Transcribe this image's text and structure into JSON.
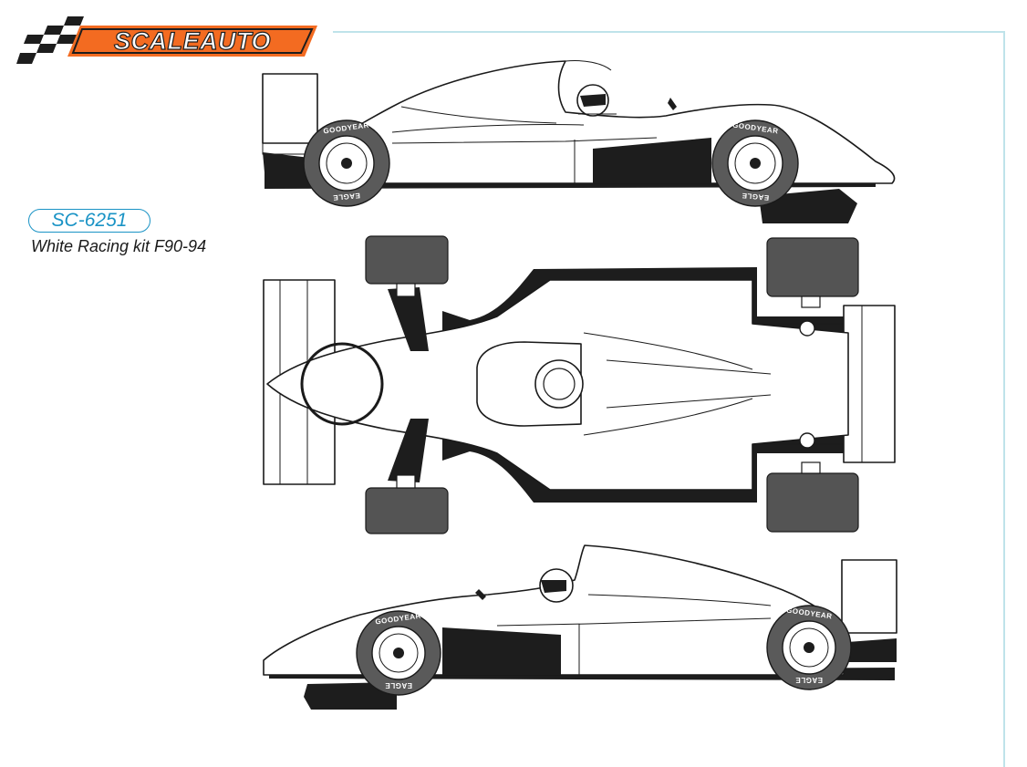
{
  "brand": {
    "name": "SCALEAUTO",
    "colors": {
      "orange": "#f36b21",
      "black": "#1d1d1d",
      "accent_blue": "#1a93c5",
      "frame": "#bfe3ea"
    }
  },
  "product": {
    "code": "SC-6251",
    "name": "White Racing kit F90-94"
  },
  "tyres": {
    "brand_top": "GOODYEAR",
    "brand_bottom": "EAGLE"
  },
  "views": [
    "left-side-view",
    "top-view",
    "right-side-view"
  ],
  "icons": [
    "scaleauto-logo",
    "helmet-icon",
    "wheel-icon"
  ]
}
